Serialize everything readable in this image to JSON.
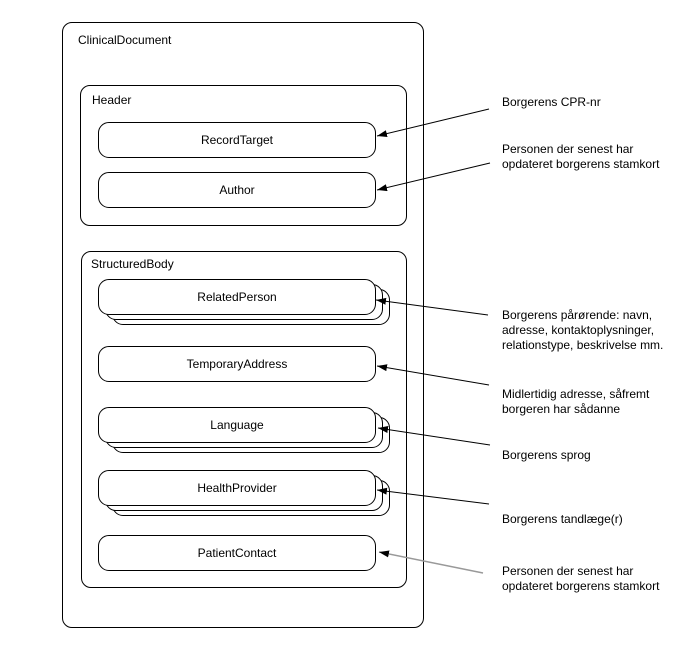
{
  "colors": {
    "stroke": "#000000",
    "arrow": "#000000",
    "arrow_muted": "#999999",
    "background": "#ffffff"
  },
  "diagram": {
    "root": {
      "label": "ClinicalDocument"
    },
    "header": {
      "label": "Header",
      "children": [
        {
          "label": "RecordTarget",
          "stacked": false
        },
        {
          "label": "Author",
          "stacked": false
        }
      ]
    },
    "structured_body": {
      "label": "StructuredBody",
      "children": [
        {
          "label": "RelatedPerson",
          "stacked": true
        },
        {
          "label": "TemporaryAddress",
          "stacked": false
        },
        {
          "label": "Language",
          "stacked": true
        },
        {
          "label": "HealthProvider",
          "stacked": true
        },
        {
          "label": "PatientContact",
          "stacked": false
        }
      ]
    }
  },
  "annotations": [
    {
      "target": "RecordTarget",
      "text": "Borgerens CPR-nr"
    },
    {
      "target": "Author",
      "text": "Personen der senest har\nopdateret borgerens stamkort"
    },
    {
      "target": "RelatedPerson",
      "text": "Borgerens pårørende: navn,\nadresse, kontaktoplysninger,\nrelationstype, beskrivelse mm."
    },
    {
      "target": "TemporaryAddress",
      "text": "Midlertidig adresse, såfremt\nborgeren har sådanne"
    },
    {
      "target": "Language",
      "text": "Borgerens sprog"
    },
    {
      "target": "HealthProvider",
      "text": "Borgerens tandlæge(r)"
    },
    {
      "target": "PatientContact",
      "text": "Personen der senest har\nopdateret borgerens stamkort"
    }
  ]
}
